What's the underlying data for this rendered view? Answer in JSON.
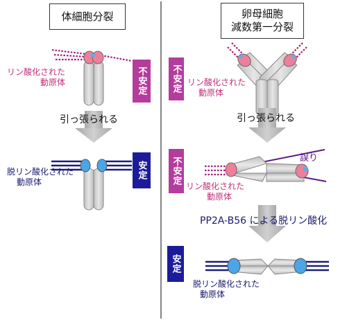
{
  "left_title": "体細胞分裂",
  "right_title_line1": "卵母細胞",
  "right_title_line2": "減数第一分裂",
  "badge_unstable": "不安定",
  "badge_stable": "安定",
  "label_phos_line1": "リン酸化された",
  "label_phos_line2": "動原体",
  "label_dephos_line1": "脱リン酸化された",
  "label_dephos_line2": "動原体",
  "step_pulled": "引っ張られる",
  "step_pp2a": "PP2A-B56 による脱リン酸化",
  "label_error": "誤り",
  "colors": {
    "magenta": "#b43c9c",
    "navy": "#1c1c9a",
    "pink_kt": "#ee7f9a",
    "blue_kt": "#4aa6e6",
    "chromosome": "#d4d4d4"
  }
}
